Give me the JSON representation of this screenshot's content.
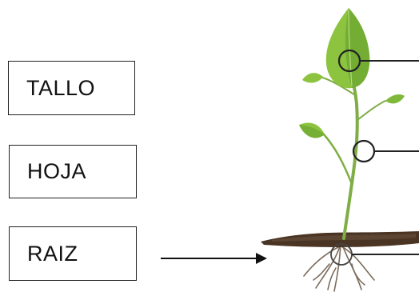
{
  "labels": [
    {
      "id": "tallo",
      "text": "TALLO"
    },
    {
      "id": "hoja",
      "text": "HOJA"
    },
    {
      "id": "raiz",
      "text": "RAIZ"
    }
  ],
  "colors": {
    "leaf_light": "#8cc43f",
    "leaf_dark": "#5e9a2b",
    "stem": "#7fae45",
    "soil": "#4a3524",
    "root": "#7a6a5a",
    "marker": "#222222"
  }
}
